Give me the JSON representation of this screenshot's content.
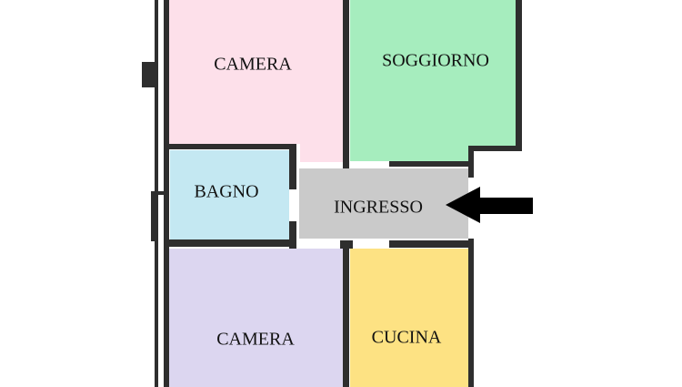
{
  "rooms": {
    "camera_top": {
      "label": "CAMERA",
      "color": "#fde0ea"
    },
    "soggiorno": {
      "label": "SOGGIORNO",
      "color": "#a6edbe"
    },
    "bagno": {
      "label": "BAGNO",
      "color": "#c4e8f2"
    },
    "ingresso": {
      "label": "INGRESSO",
      "color": "#cacaca"
    },
    "camera_bottom": {
      "label": "CAMERA",
      "color": "#dcd6f0"
    },
    "cucina": {
      "label": "CUCINA",
      "color": "#fde283"
    }
  },
  "entrance_arrow": {
    "icon": "arrow-left-icon",
    "color": "#000000"
  }
}
